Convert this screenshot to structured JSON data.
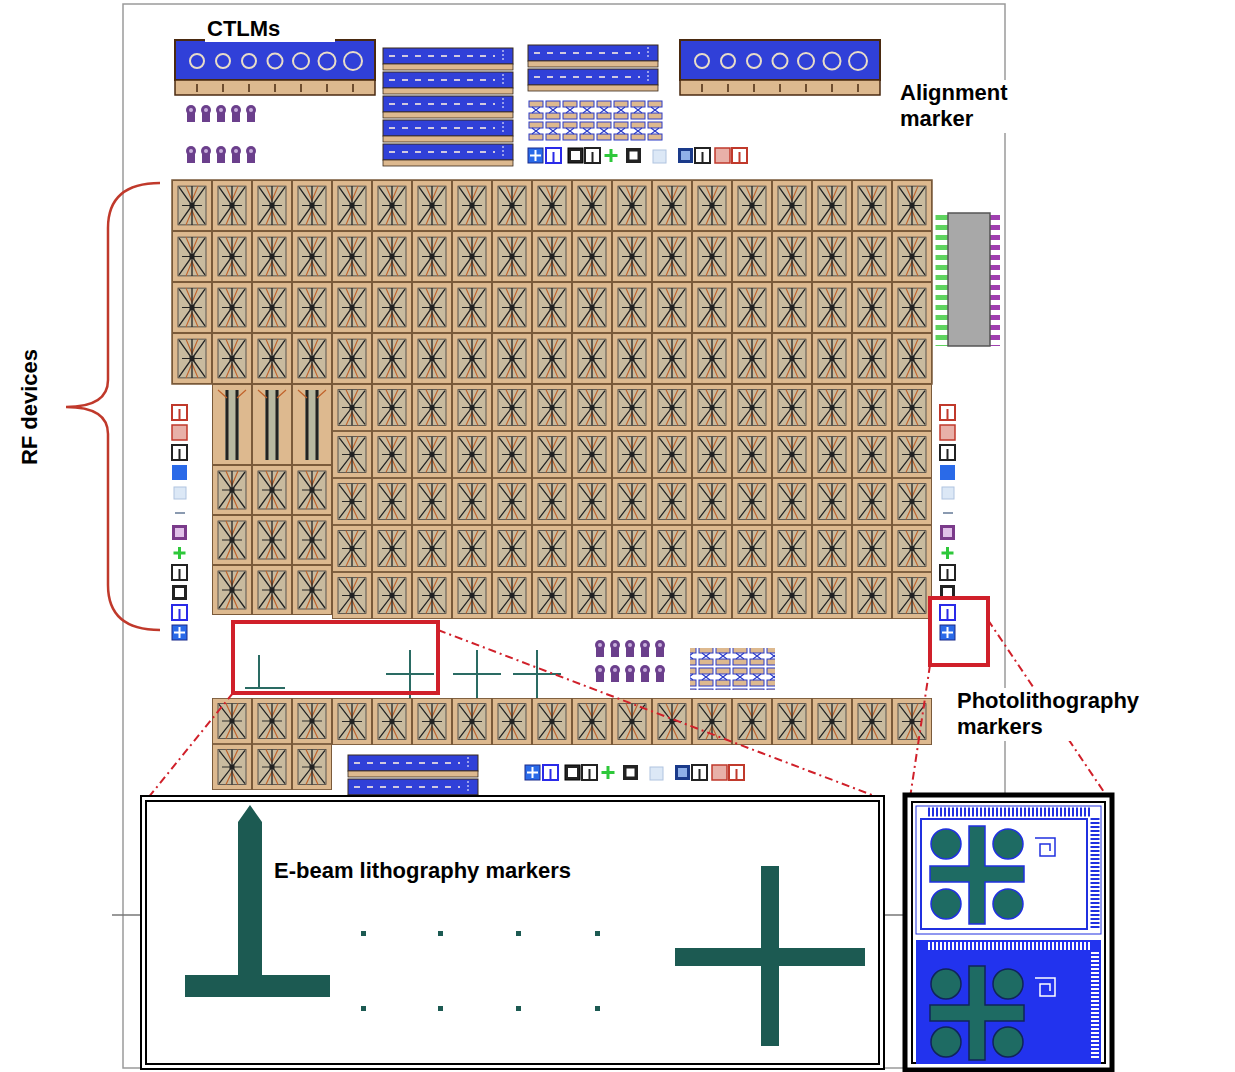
{
  "diagram": {
    "nodes": [
      {
        "text": [
          "E-beam lithography markers"
        ]
      }
    ],
    "labels": [
      "CTLMs",
      "Alignment marker",
      "RF devices",
      "Photolithography markers"
    ]
  }
}
